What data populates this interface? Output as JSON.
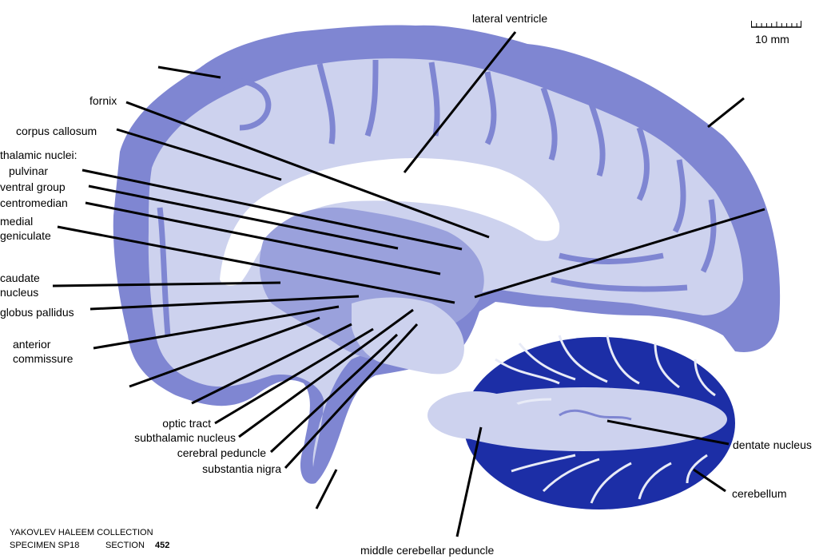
{
  "colors": {
    "cortex_gray": "#7f86d2",
    "white_matter": "#cdd2ee",
    "deep_nuclei": "#9aa1dc",
    "cerebellum_folia": "#1c2ea6",
    "ventricle": "#ffffff",
    "leader_line": "#000000"
  },
  "scale_bar": {
    "label": "10 mm"
  },
  "labels": {
    "lateral_ventricle": "lateral ventricle",
    "fornix": "fornix",
    "corpus_callosum": "corpus callosum",
    "thalamic_nuclei": "thalamic nuclei:",
    "pulvinar": "pulvinar",
    "ventral_group": "ventral group",
    "centromedian": "centromedian",
    "medial_geniculate_1": "medial",
    "medial_geniculate_2": "geniculate",
    "caudate_nucleus_1": "caudate",
    "caudate_nucleus_2": "nucleus",
    "globus_pallidus": "globus pallidus",
    "anterior_commissure_1": "anterior",
    "anterior_commissure_2": "commissure",
    "optic_tract": "optic tract",
    "subthalamic_nucleus": "subthalamic nucleus",
    "cerebral_peduncle": "cerebral peduncle",
    "substantia_nigra": "substantia nigra",
    "dentate_nucleus": "dentate nucleus",
    "cerebellum": "cerebellum",
    "middle_cerebellar_peduncle": "middle cerebellar peduncle"
  },
  "footer": {
    "collection": "YAKOVLEV HALEEM COLLECTION",
    "specimen": "SPECIMEN SP18",
    "section_label": "SECTION",
    "section_number": "452"
  }
}
